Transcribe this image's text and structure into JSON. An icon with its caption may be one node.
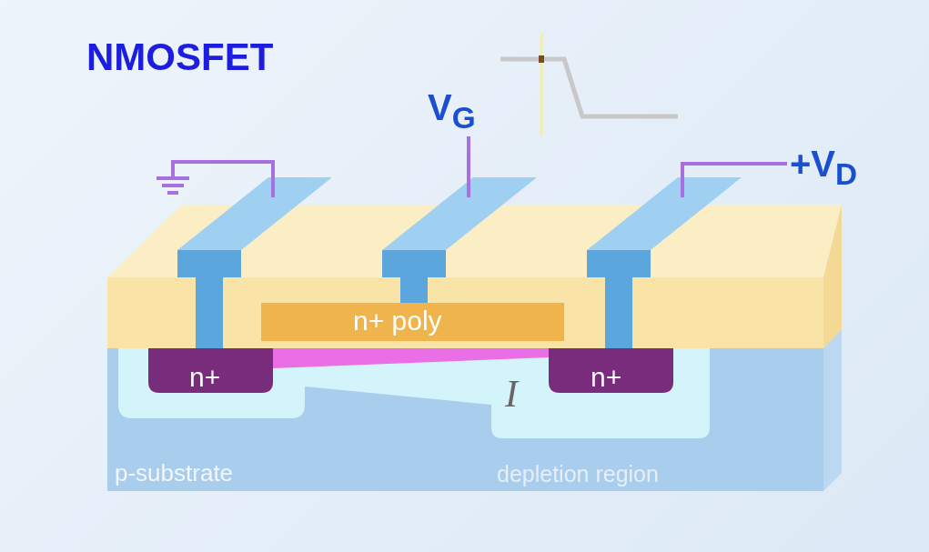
{
  "diagram": {
    "title": "NMOSFET",
    "labels": [
      "V$_{G}$",
      "+V$_{D}$",
      "n+ poly",
      "n+",
      "n+",
      "I",
      "p-substrate",
      "depletion region"
    ]
  }
}
